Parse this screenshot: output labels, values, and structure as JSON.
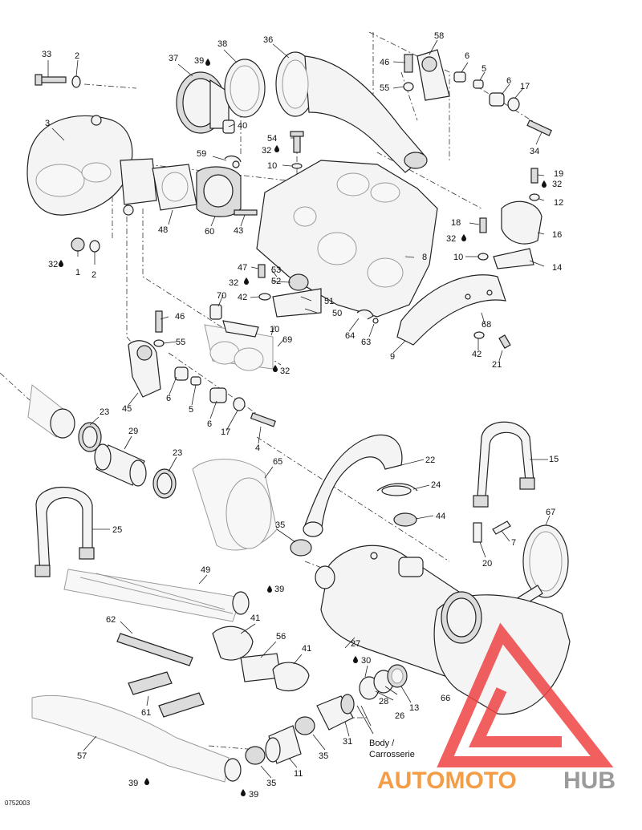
{
  "diagram": {
    "drawing_code": "0752003",
    "note_lines": [
      "Body /",
      "Carrosserie"
    ],
    "callouts": [
      "1",
      "2",
      "3",
      "4",
      "5",
      "6",
      "7",
      "8",
      "9",
      "10",
      "11",
      "12",
      "13",
      "14",
      "15",
      "16",
      "17",
      "18",
      "19",
      "20",
      "21",
      "22",
      "23",
      "24",
      "25",
      "26",
      "27",
      "28",
      "29",
      "30",
      "31",
      "32",
      "33",
      "34",
      "35",
      "36",
      "37",
      "38",
      "39",
      "40",
      "41",
      "42",
      "43",
      "44",
      "45",
      "46",
      "47",
      "48",
      "49",
      "50",
      "51",
      "52",
      "53",
      "54",
      "55",
      "56",
      "57",
      "58",
      "59",
      "60",
      "61",
      "62",
      "63",
      "64",
      "65",
      "66",
      "67",
      "68",
      "69",
      "70"
    ]
  },
  "watermark": {
    "brand_part1": "AUTOMOTO",
    "brand_part2": "HUB",
    "color_primary": "#f28c28",
    "color_secondary": "#8a8a8a",
    "logo_color": "#ef4444"
  }
}
